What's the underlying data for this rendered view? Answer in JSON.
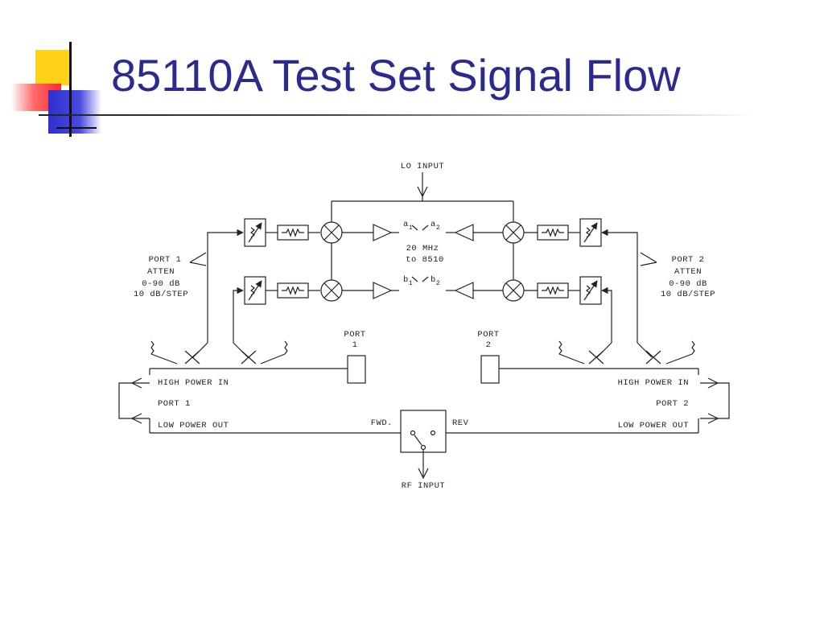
{
  "slide": {
    "title": "85110A Test Set Signal Flow"
  },
  "diagram": {
    "lo_input": "LO INPUT",
    "rf_input": "RF INPUT",
    "a1": "a",
    "a1_sub": "1",
    "a2": "a",
    "a2_sub": "2",
    "b1": "b",
    "b1_sub": "1",
    "b2": "b",
    "b2_sub": "2",
    "if_line1": "20 MHz",
    "if_line2": "to 8510",
    "port1_atten": [
      "PORT 1",
      "ATTEN",
      "0-90 dB",
      "10 dB/STEP"
    ],
    "port2_atten": [
      "PORT 2",
      "ATTEN",
      "0-90 dB",
      "10 dB/STEP"
    ],
    "port1_label": [
      "PORT",
      "1"
    ],
    "port2_label": [
      "PORT",
      "2"
    ],
    "high_power_in_left": "HIGH POWER IN",
    "high_power_in_right": "HIGH POWER IN",
    "port1_side": "PORT 1",
    "port2_side": "PORT 2",
    "low_power_out_left": "LOW POWER OUT",
    "low_power_out_right": "LOW POWER OUT",
    "fwd": "FWD.",
    "rev": "REV"
  }
}
